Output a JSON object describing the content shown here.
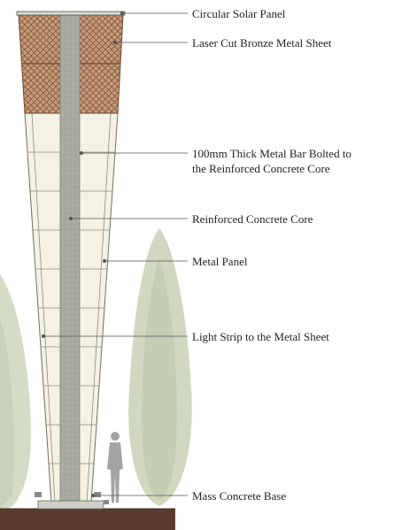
{
  "colors": {
    "background": "#ffffff",
    "leader_line": "#555555",
    "label_text": "#222222",
    "bronze": "#b98d6c",
    "concrete_core": "#a8a99f",
    "panel_cream": "#f3f1e2",
    "tree_green": "#c9d4b8",
    "figure_grey": "#9a9a9a",
    "ground": "#5a3a2c"
  },
  "labels": [
    {
      "id": "solar-panel",
      "lines": [
        "Circular Solar Panel"
      ]
    },
    {
      "id": "bronze-sheet",
      "lines": [
        "Laser Cut Bronze Metal Sheet"
      ]
    },
    {
      "id": "metal-bar",
      "lines": [
        "100mm Thick Metal Bar Bolted to",
        "the Reinforced Concrete Core"
      ]
    },
    {
      "id": "concrete-core",
      "lines": [
        "Reinforced Concrete Core"
      ]
    },
    {
      "id": "metal-panel",
      "lines": [
        "Metal Panel"
      ]
    },
    {
      "id": "light-strip",
      "lines": [
        "Light Strip to the Metal Sheet"
      ]
    },
    {
      "id": "concrete-base",
      "lines": [
        "Mass Concrete Base"
      ]
    }
  ]
}
